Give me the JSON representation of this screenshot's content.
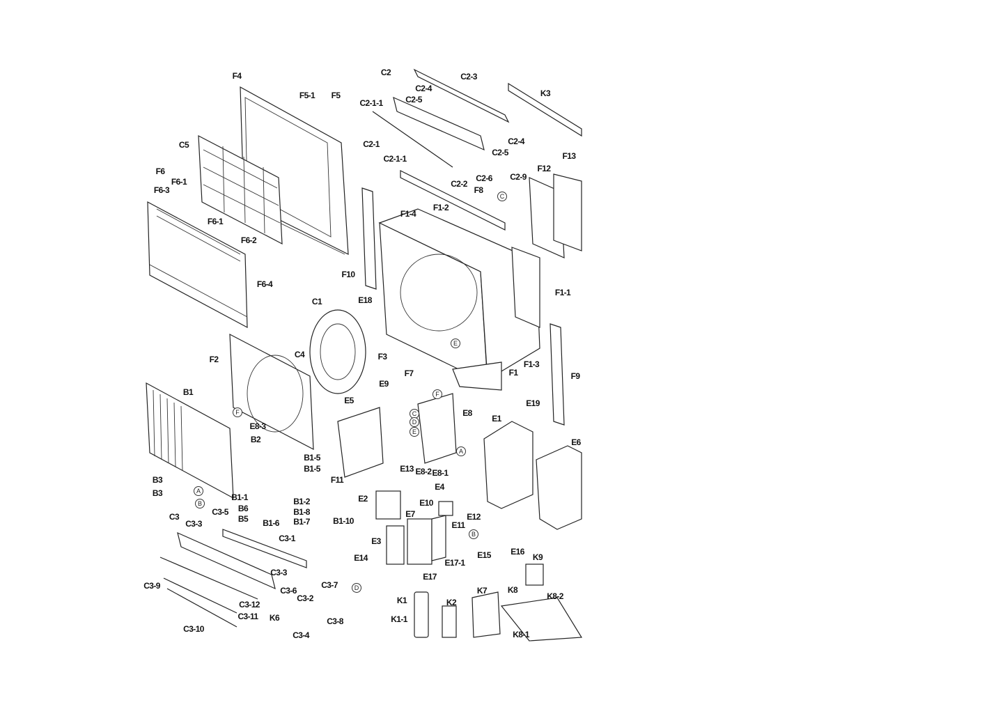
{
  "labels": [
    "F4",
    "F5-1",
    "F5",
    "C5",
    "F6",
    "F6-1",
    "F6-3",
    "F6-1",
    "F6-2",
    "F6-4",
    "C2",
    "C2-3",
    "K3",
    "C2-4",
    "C2-5",
    "C2-1-1",
    "C2-4",
    "C2-5",
    "C2-1",
    "C2-1-1",
    "C2-6",
    "C2-9",
    "C2-2",
    "F12",
    "F13",
    "F8",
    "F1-2",
    "F1-4",
    "F10",
    "F1-1",
    "E18",
    "C1",
    "F3",
    "F7",
    "F1",
    "F1-3",
    "F9",
    "C4",
    "F2",
    "E9",
    "E5",
    "E8",
    "E1",
    "E19",
    "E6",
    "B1",
    "E8-3",
    "B2",
    "B1-5",
    "B1-5",
    "F11",
    "B3",
    "B3",
    "E13",
    "E8-2",
    "E8-1",
    "E4",
    "E2",
    "E10",
    "E7",
    "B1-1",
    "B1-2",
    "B6",
    "B5",
    "B1-8",
    "B1-7",
    "B1-6",
    "B1-10",
    "E11",
    "E12",
    "C3",
    "C3-5",
    "C3-3",
    "C3-1",
    "E3",
    "E15",
    "E16",
    "K9",
    "E14",
    "E17-1",
    "E17",
    "C3-3",
    "C3-9",
    "C3-6",
    "C3-2",
    "C3-7",
    "C3-12",
    "C3-11",
    "C3-8",
    "K6",
    "C3-4",
    "C3-10",
    "K1",
    "K2",
    "K7",
    "K8",
    "K8-2",
    "K1-1",
    "K8-1"
  ],
  "connectors": [
    "C",
    "F",
    "A",
    "B",
    "F",
    "C",
    "D",
    "E",
    "A",
    "B",
    "D",
    "E"
  ]
}
